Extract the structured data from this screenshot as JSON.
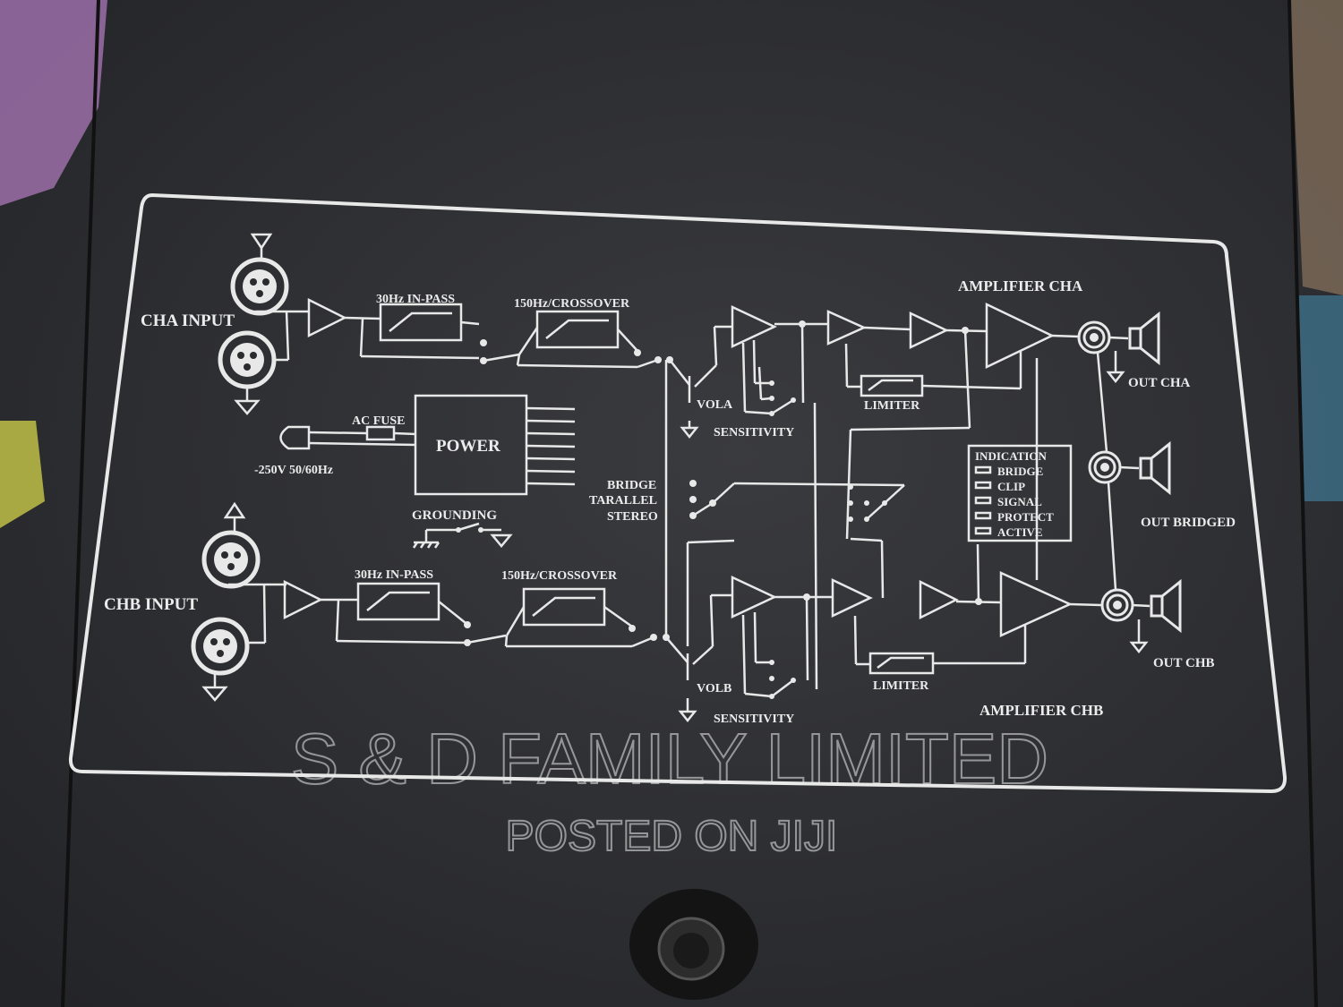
{
  "panel": {
    "cha_input": "CHA  INPUT",
    "chb_input": "CHB  INPUT",
    "cha_highpass": "30Hz IN-PASS",
    "cha_crossover": "150Hz/CROSSOVER",
    "chb_highpass": "30Hz IN-PASS",
    "chb_crossover": "150Hz/CROSSOVER",
    "ac_fuse": "AC FUSE",
    "mains": "-250V 50/60Hz",
    "power": "POWER",
    "grounding": "GROUNDING",
    "bridge": "BRIDGE",
    "parallel": "TARALLEL",
    "stereo": "STEREO",
    "vol_a": "VOLA",
    "vol_b": "VOLB",
    "sensitivity_a": "SENSITIVITY",
    "sensitivity_b": "SENSITIVITY",
    "limiter_a": "LIMITER",
    "limiter_b": "LIMITER",
    "amp_cha": "AMPLIFIER CHA",
    "amp_chb": "AMPLIFIER CHB",
    "indication": {
      "title": "INDICATION",
      "items": [
        "BRIDGE",
        "CLIP",
        "SIGNAL",
        "PROTECT",
        "ACTIVE"
      ]
    },
    "out_cha": "OUT CHA",
    "out_bridged": "OUT BRIDGED",
    "out_chb": "OUT CHB"
  },
  "watermark": {
    "line1": "S & D FAMILY LIMITED",
    "line2": "POSTED ON JIJI"
  }
}
